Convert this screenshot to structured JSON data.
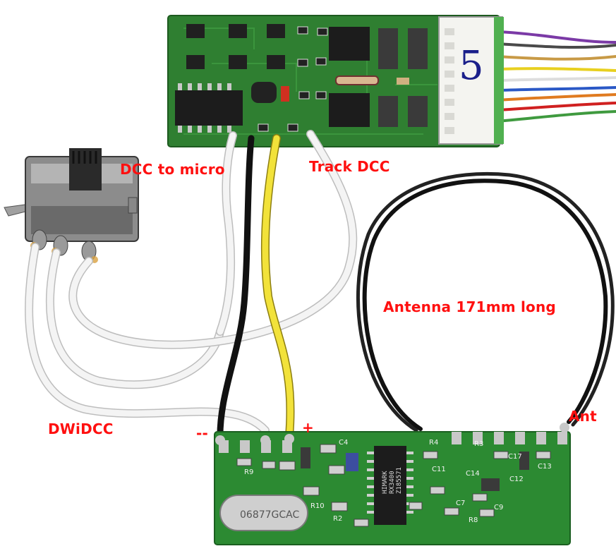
{
  "labels": {
    "dcc_to_micro": "DCC to micro",
    "track_dcc": "Track DCC",
    "antenna": "Antenna 171mm long",
    "dwidcc": "DWiDCC",
    "minus": "--",
    "plus": "+",
    "ant": "Ant"
  },
  "handwritten_number": "5",
  "chip_marking": "HIMARK\nRX3400\nZ185571",
  "crystal_marking": "06877GCAC",
  "colors": {
    "label_red": "#ff1010",
    "pcb_green": "#2e8a2e",
    "wire_white": "#f4f4f4",
    "wire_black": "#1a1a1a",
    "wire_yellow": "#f2e23a"
  }
}
